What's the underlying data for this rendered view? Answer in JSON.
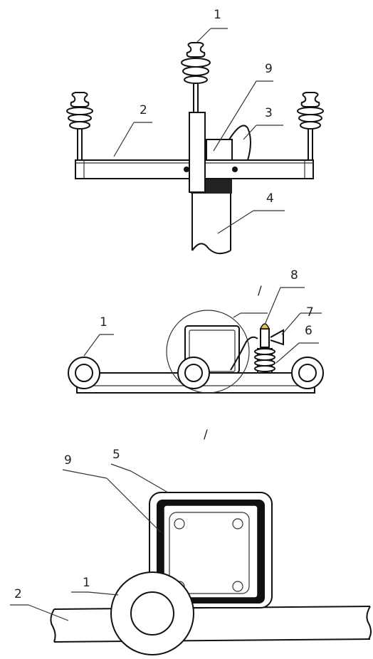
{
  "labels": {
    "top": [
      "1",
      "2",
      "9",
      "3",
      "4"
    ],
    "middle": [
      "1",
      "8",
      "7",
      "6"
    ],
    "bottom": [
      "9",
      "5",
      "1",
      "2"
    ],
    "section_marks": [
      "/",
      "/"
    ]
  },
  "colors": {
    "line": "#111111",
    "cover_accent": "#e6c24a",
    "dark_fill": "#222222"
  }
}
